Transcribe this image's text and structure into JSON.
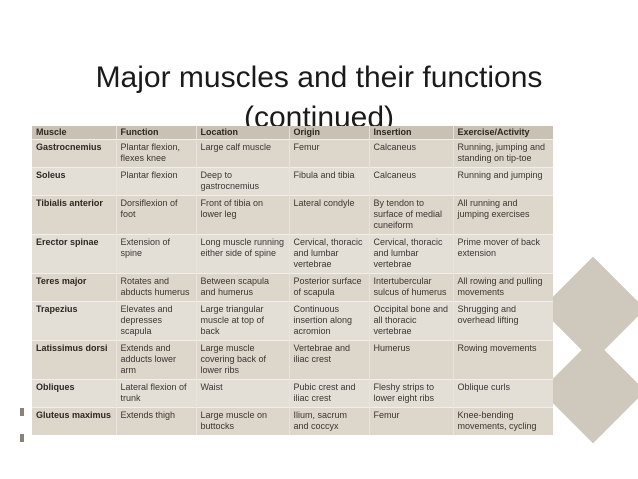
{
  "title": {
    "line1": "Major muscles and their functions",
    "line2": "(continued)"
  },
  "table": {
    "headers": [
      "Muscle",
      "Function",
      "Location",
      "Origin",
      "Insertion",
      "Exercise/Activity"
    ],
    "rows": [
      [
        "Gastrocnemius",
        "Plantar flexion, flexes knee",
        "Large calf muscle",
        "Femur",
        "Calcaneus",
        "Running, jumping and standing on tip-toe"
      ],
      [
        "Soleus",
        "Plantar flexion",
        "Deep to gastrocnemius",
        "Fibula and tibia",
        "Calcaneus",
        "Running and jumping"
      ],
      [
        "Tibialis anterior",
        "Dorsiflexion of foot",
        "Front of tibia on lower leg",
        "Lateral condyle",
        "By tendon to surface of medial cuneiform",
        "All running and jumping exercises"
      ],
      [
        "Erector spinae",
        "Extension of spine",
        "Long muscle running either side of spine",
        "Cervical, thoracic and lumbar vertebrae",
        "Cervical, thoracic and lumbar vertebrae",
        "Prime mover of back extension"
      ],
      [
        "Teres major",
        "Rotates and abducts humerus",
        "Between scapula and humerus",
        "Posterior surface of scapula",
        "Intertubercular sulcus of humerus",
        "All rowing and pulling movements"
      ],
      [
        "Trapezius",
        "Elevates and depresses scapula",
        "Large triangular muscle at top of back",
        "Continuous insertion along acromion",
        "Occipital bone and all thoracic vertebrae",
        "Shrugging and overhead lifting"
      ],
      [
        "Latissimus dorsi",
        "Extends and adducts lower arm",
        "Large muscle covering back of lower ribs",
        "Vertebrae and iliac crest",
        "Humerus",
        "Rowing movements"
      ],
      [
        "Obliques",
        "Lateral flexion of trunk",
        "Waist",
        "Pubic crest and iliac crest",
        "Fleshy strips to lower eight ribs",
        "Oblique curls"
      ],
      [
        "Gluteus maximus",
        "Extends thigh",
        "Large muscle on buttocks",
        "Ilium, sacrum and coccyx",
        "Femur",
        "Knee-bending movements, cycling"
      ]
    ]
  },
  "colors": {
    "header_bg": "#c9c1b3",
    "row_bg_a": "#dcd6cb",
    "row_bg_b": "#e4dfd6",
    "decoration": "#cfc8bd"
  }
}
